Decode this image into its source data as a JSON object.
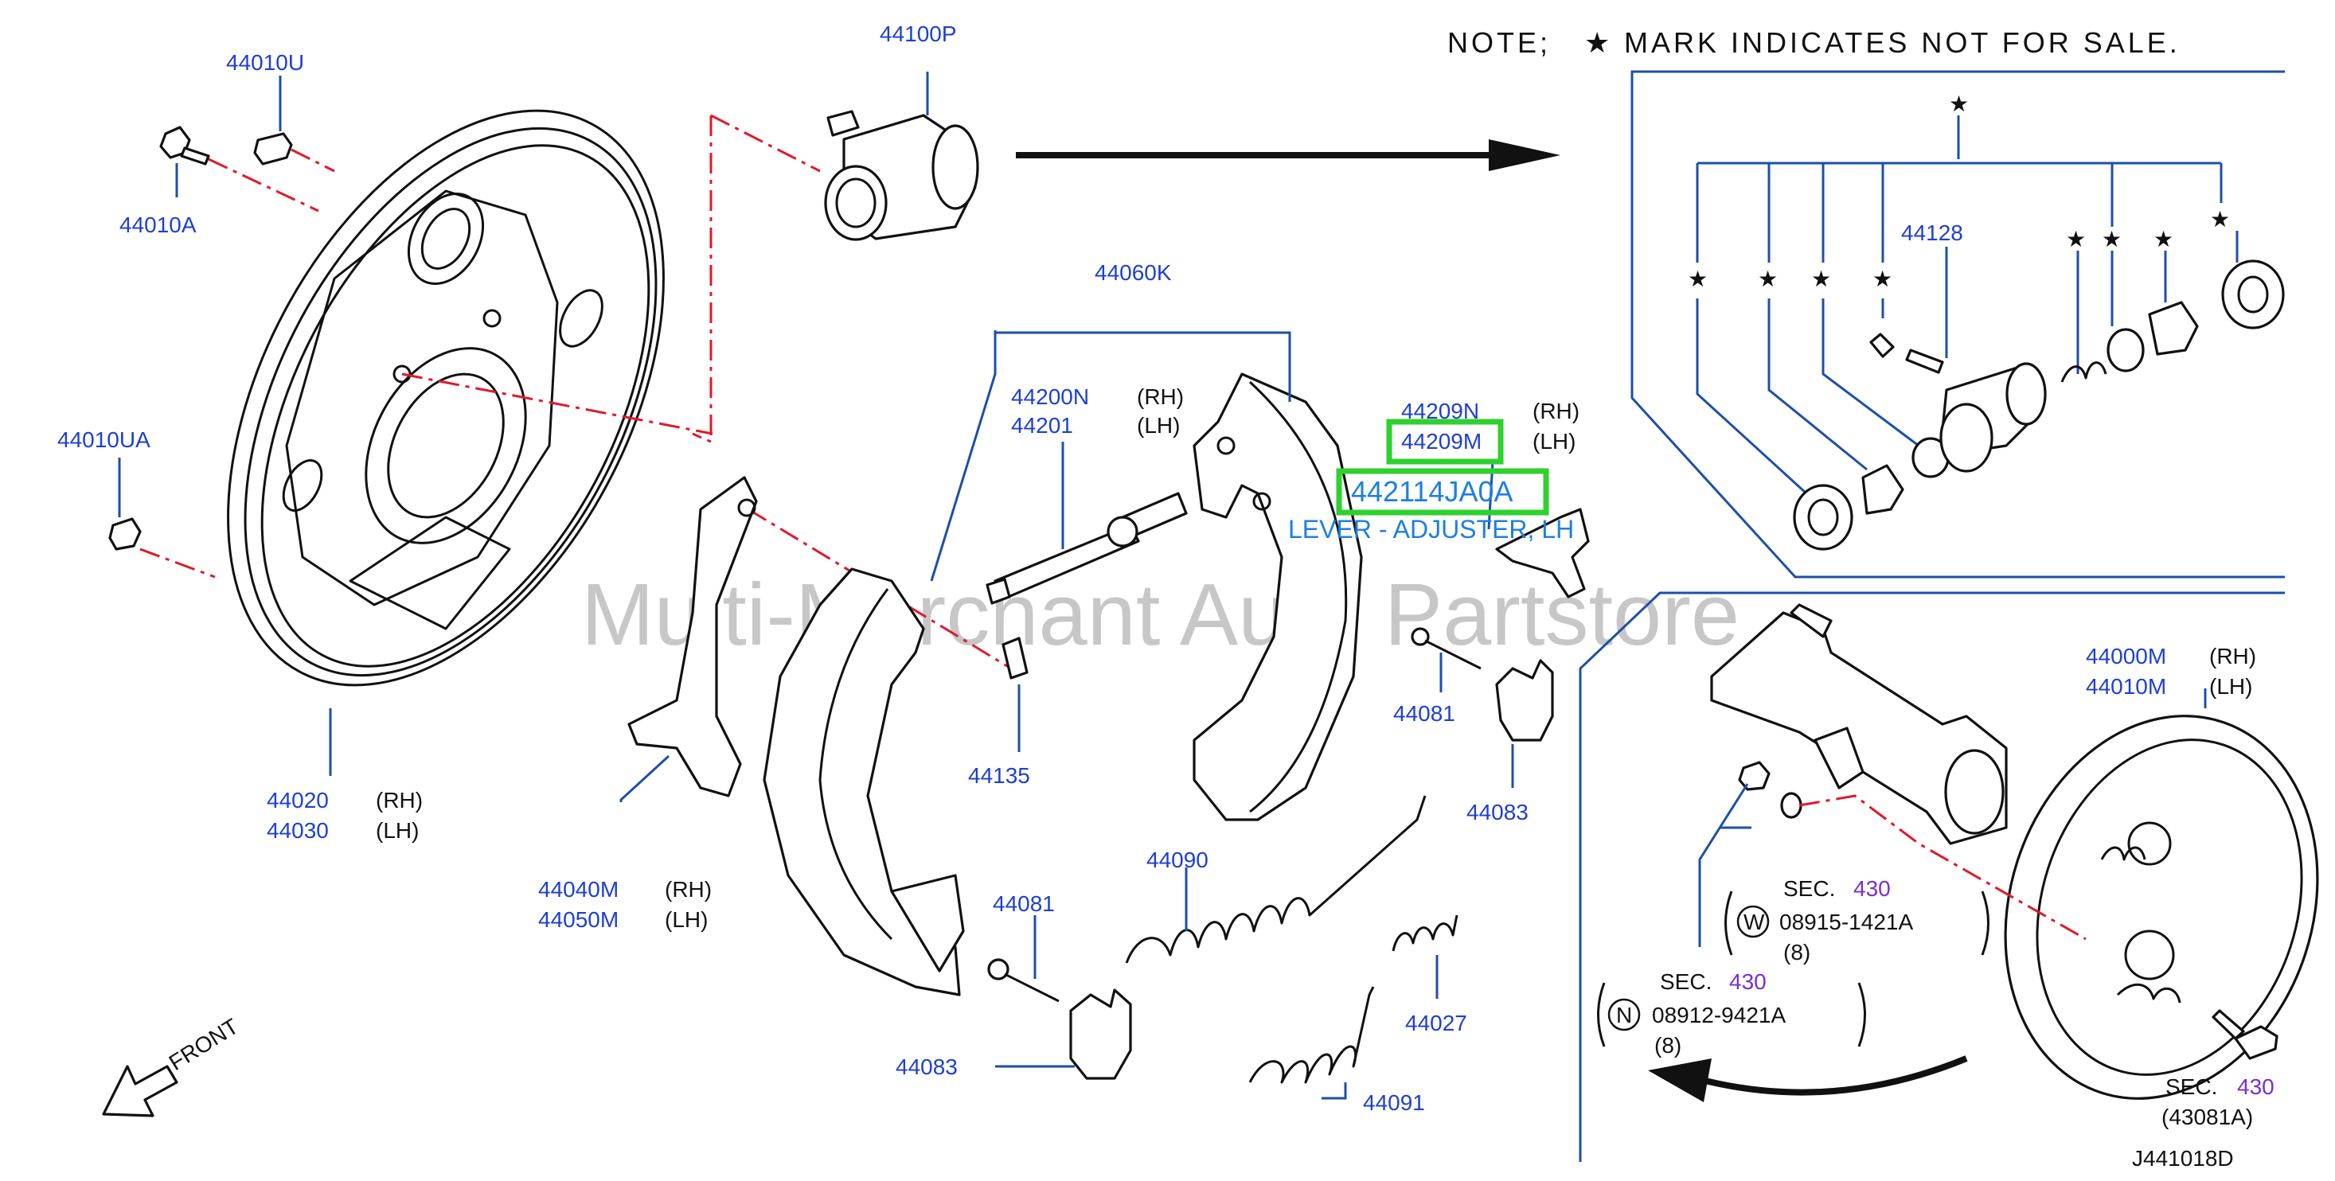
{
  "note": {
    "prefix": "NOTE;",
    "star": "★",
    "text": "MARK INDICATES NOT FOR SALE."
  },
  "watermark": "Multi-Merchant Auto Partstore",
  "diagram_code": "J441018D",
  "front_label": "FRONT",
  "highlight": {
    "part": "442114JA0A",
    "description": "LEVER - ADJUSTER, LH"
  },
  "labels": {
    "p44100P": "44100P",
    "p44010U": "44010U",
    "p44010A": "44010A",
    "p44010UA": "44010UA",
    "p44020": "44020",
    "p44030": "44030",
    "p44040M": "44040M",
    "p44050M": "44050M",
    "p44060K": "44060K",
    "p44200N": "44200N",
    "p44201": "44201",
    "p44209N": "44209N",
    "p44209M": "44209M",
    "p44135": "44135",
    "p44081a": "44081",
    "p44081b": "44081",
    "p44083a": "44083",
    "p44083b": "44083",
    "p44090": "44090",
    "p44091": "44091",
    "p44027": "44027",
    "p44128": "44128",
    "p44000M": "44000M",
    "p44010M": "44010M",
    "rh": "(RH)",
    "lh": "(LH)"
  },
  "sec_refs": {
    "sec": "SEC.",
    "num": "430",
    "w_symbol": "W",
    "w_part": "08915-1421A",
    "w_qty": "(8)",
    "n_symbol": "N",
    "n_part": "08912-9421A",
    "n_qty": "(8)",
    "bolt_ref": "(43081A)"
  },
  "colors": {
    "part_number": "#1f3fd0",
    "section_number": "#7a2fd0",
    "leader": "#1d4fa8",
    "dash_line": "#e0192a",
    "highlight_box": "#2ed12e"
  }
}
